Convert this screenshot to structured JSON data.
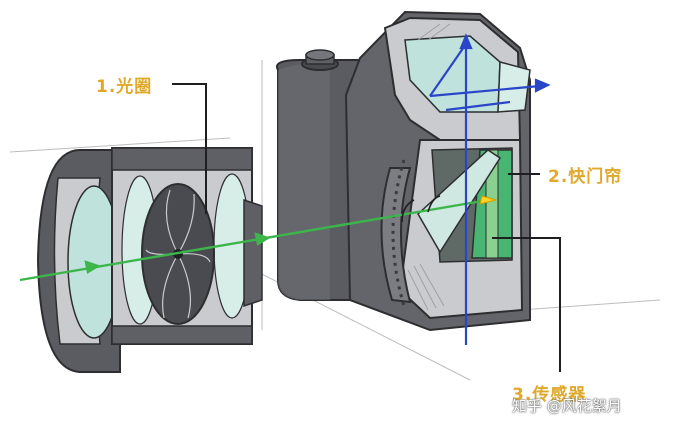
{
  "labels": {
    "aperture": "1.光圈",
    "shutter": "2.快门帘",
    "sensor": "3.传感器"
  },
  "watermark": "知乎 @风花絮月",
  "colors": {
    "label": "#e0a92b",
    "light_path": "#3cb54a",
    "reflected_path": "#2b45c8",
    "body_dark": "#57595f",
    "body_light": "#c9cbce",
    "glass": "#bfe3dc",
    "indicator": "#ffd21e"
  }
}
